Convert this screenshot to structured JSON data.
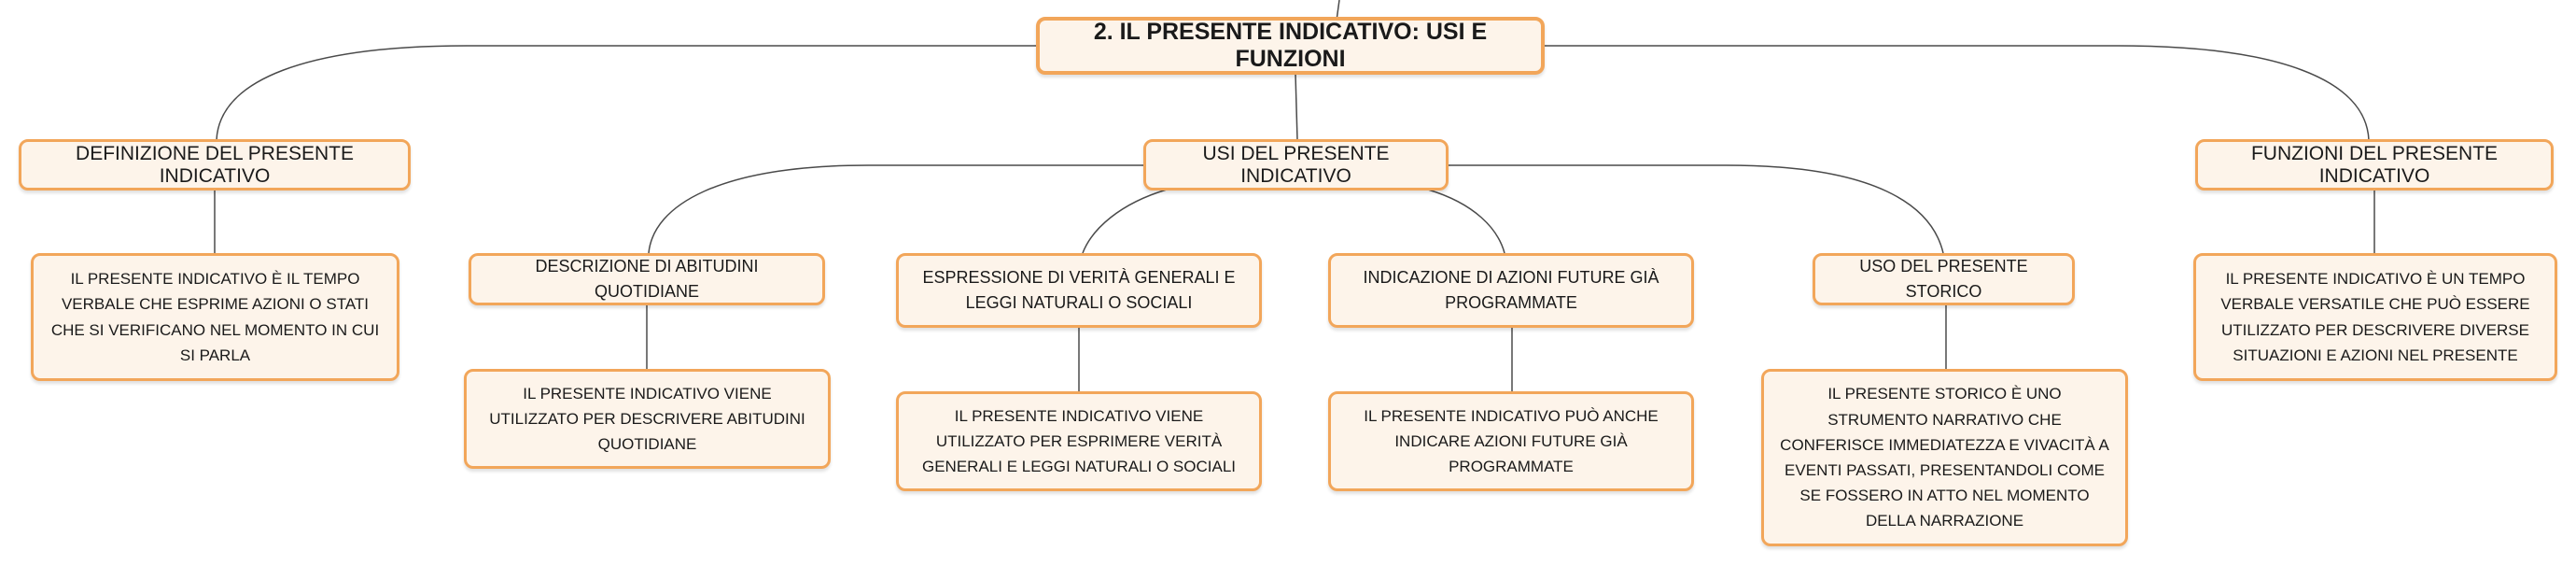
{
  "root": {
    "text": "2. IL PRESENTE INDICATIVO: USI E FUNZIONI"
  },
  "branches": {
    "definizione": {
      "label": "DEFINIZIONE DEL PRESENTE INDICATIVO",
      "detail": "IL PRESENTE INDICATIVO È IL TEMPO VERBALE CHE ESPRIME AZIONI O STATI CHE SI VERIFICANO NEL MOMENTO IN CUI SI PARLA"
    },
    "usi": {
      "label": "USI DEL PRESENTE INDICATIVO",
      "children": [
        {
          "label": "DESCRIZIONE DI ABITUDINI QUOTIDIANE",
          "detail": "IL PRESENTE INDICATIVO VIENE UTILIZZATO PER DESCRIVERE ABITUDINI QUOTIDIANE"
        },
        {
          "label": "ESPRESSIONE DI VERITÀ GENERALI E LEGGI NATURALI O SOCIALI",
          "detail": "IL PRESENTE INDICATIVO VIENE UTILIZZATO PER ESPRIMERE VERITÀ GENERALI E LEGGI NATURALI O SOCIALI"
        },
        {
          "label": "INDICAZIONE DI AZIONI FUTURE GIÀ PROGRAMMATE",
          "detail": "IL PRESENTE INDICATIVO PUÒ ANCHE INDICARE AZIONI FUTURE GIÀ PROGRAMMATE"
        },
        {
          "label": "USO DEL PRESENTE STORICO",
          "detail": "IL PRESENTE STORICO È UNO STRUMENTO NARRATIVO CHE CONFERISCE IMMEDIATEZZA E VIVACITÀ A EVENTI PASSATI, PRESENTANDOLI COME SE FOSSERO IN ATTO NEL MOMENTO DELLA NARRAZIONE"
        }
      ]
    },
    "funzioni": {
      "label": "FUNZIONI DEL PRESENTE INDICATIVO",
      "detail": "IL PRESENTE INDICATIVO È UN TEMPO VERBALE VERSATILE CHE PUÒ ESSERE UTILIZZATO PER DESCRIVERE DIVERSE SITUAZIONI E AZIONI NEL PRESENTE"
    }
  },
  "colors": {
    "node_border": "#f2a65a",
    "node_fill": "#fdf4ea",
    "connector": "#4a4a4a"
  }
}
